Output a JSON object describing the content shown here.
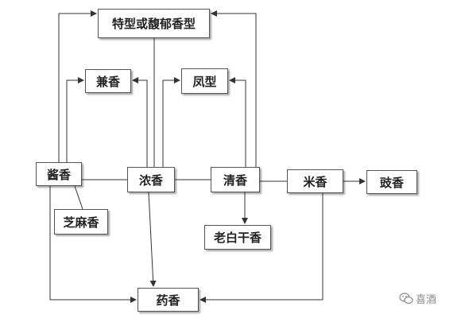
{
  "nodes": {
    "top": "特型或馥郁香型",
    "jianxiang": "兼香",
    "fengxing": "凤型",
    "jiangxiang": "酱香",
    "nongxiang": "浓香",
    "qingxiang": "清香",
    "mixiang": "米香",
    "chixiang": "豉香",
    "zhima": "芝麻香",
    "laobai": "老白干香",
    "yaoxiang": "药香"
  },
  "watermark": {
    "icon": "wechat-icon",
    "text": "喜酒"
  },
  "colors": {
    "line": "#333333",
    "box_border": "#555555",
    "watermark": "#8a8a8a"
  }
}
